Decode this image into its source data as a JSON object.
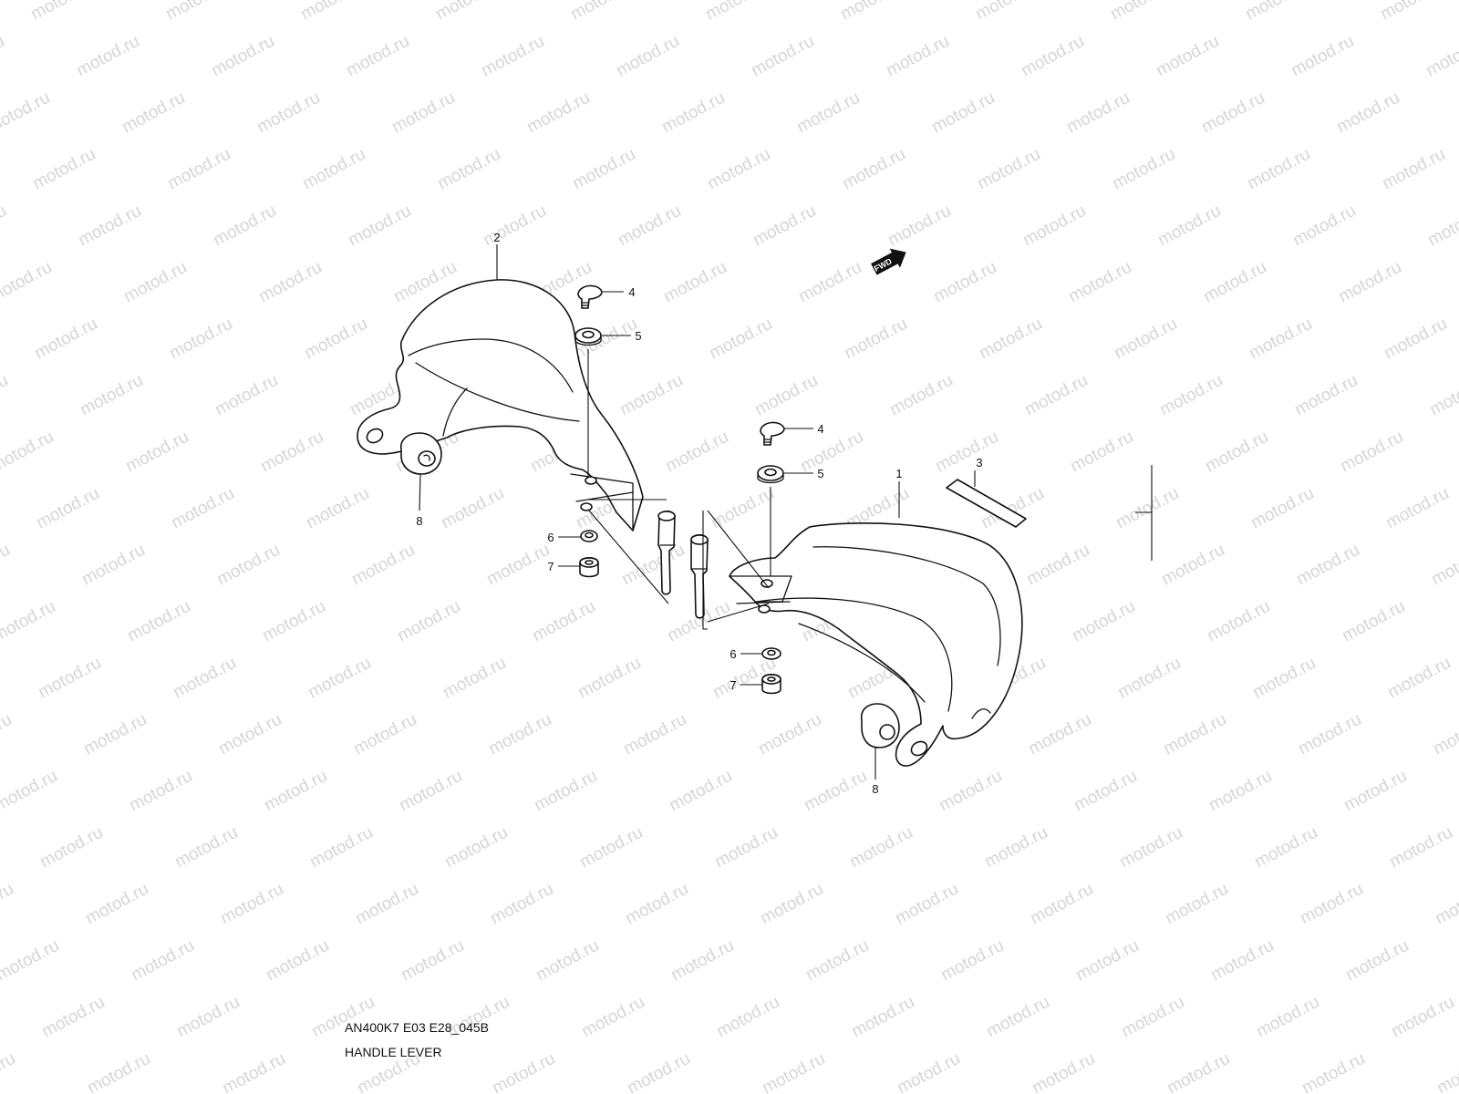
{
  "watermark": "motod.ru",
  "forward_marker": "FWD",
  "callouts": {
    "c1": "1",
    "c2": "2",
    "c3": "3",
    "c4a": "4",
    "c4b": "4",
    "c5a": "5",
    "c5b": "5",
    "c6a": "6",
    "c6b": "6",
    "c7a": "7",
    "c7b": "7",
    "c8a": "8",
    "c8b": "8"
  },
  "caption": {
    "code": "AN400K7 E03 E28_045B",
    "title": "HANDLE LEVER"
  }
}
